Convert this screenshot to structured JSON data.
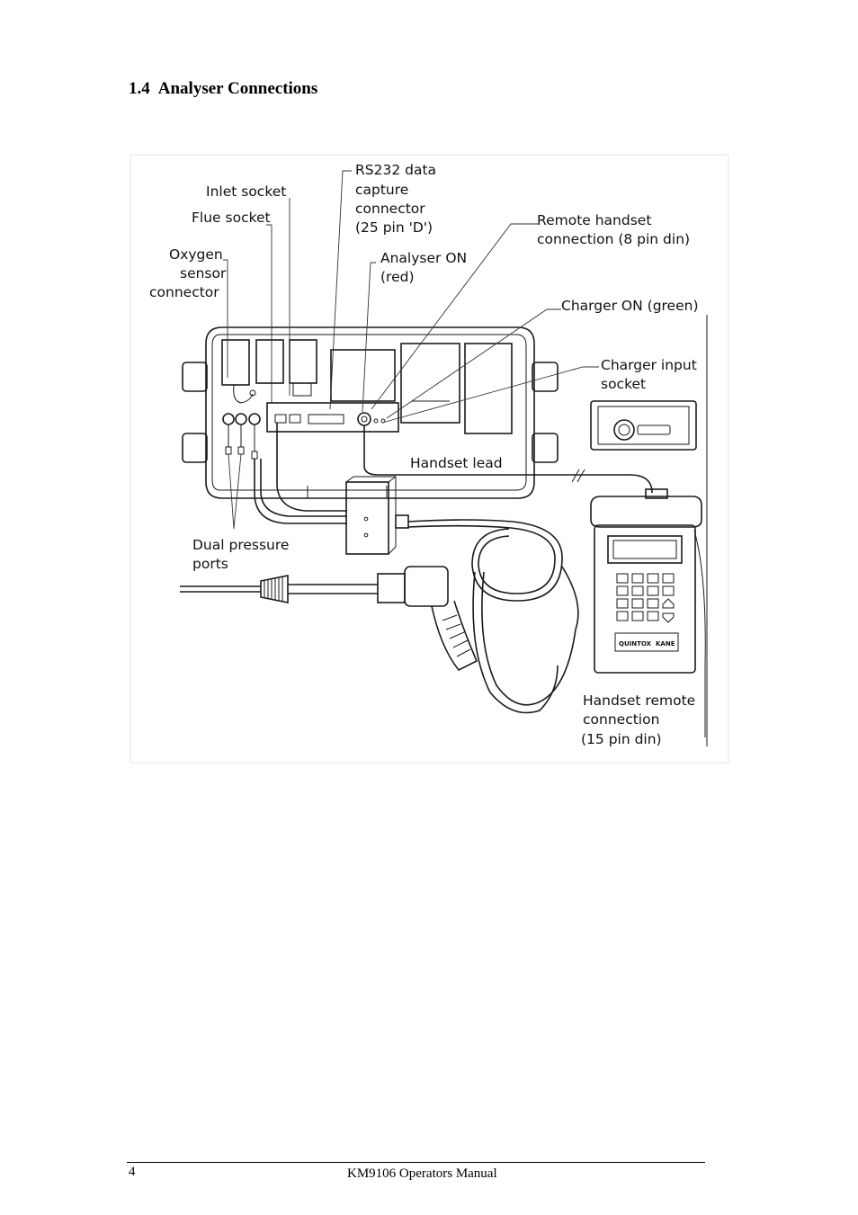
{
  "section": {
    "number": "1.4",
    "title": "Analyser Connections"
  },
  "figure": {
    "labels": {
      "inlet_socket": "Inlet socket",
      "flue_socket": "Flue socket",
      "oxygen_sensor": [
        "Oxygen",
        "sensor",
        "connector"
      ],
      "rs232": [
        "RS232 data",
        "capture",
        "connector",
        "(25 pin 'D')"
      ],
      "analyser_on": [
        "Analyser ON",
        "(red)"
      ],
      "remote_handset": [
        "Remote handset",
        "connection (8 pin din)"
      ],
      "charger_on": "Charger ON (green)",
      "charger_input": [
        "Charger input",
        "socket"
      ],
      "handset_lead": "Handset lead",
      "dual_pressure": [
        "Dual pressure",
        "ports"
      ],
      "handset_remote": [
        "Handset remote",
        "connection",
        "(15 pin din)"
      ],
      "handset_brand": "QUINTOX",
      "handset_model": "KANE"
    }
  },
  "footer": {
    "page_number": "4",
    "title": "KM9106 Operators Manual"
  }
}
